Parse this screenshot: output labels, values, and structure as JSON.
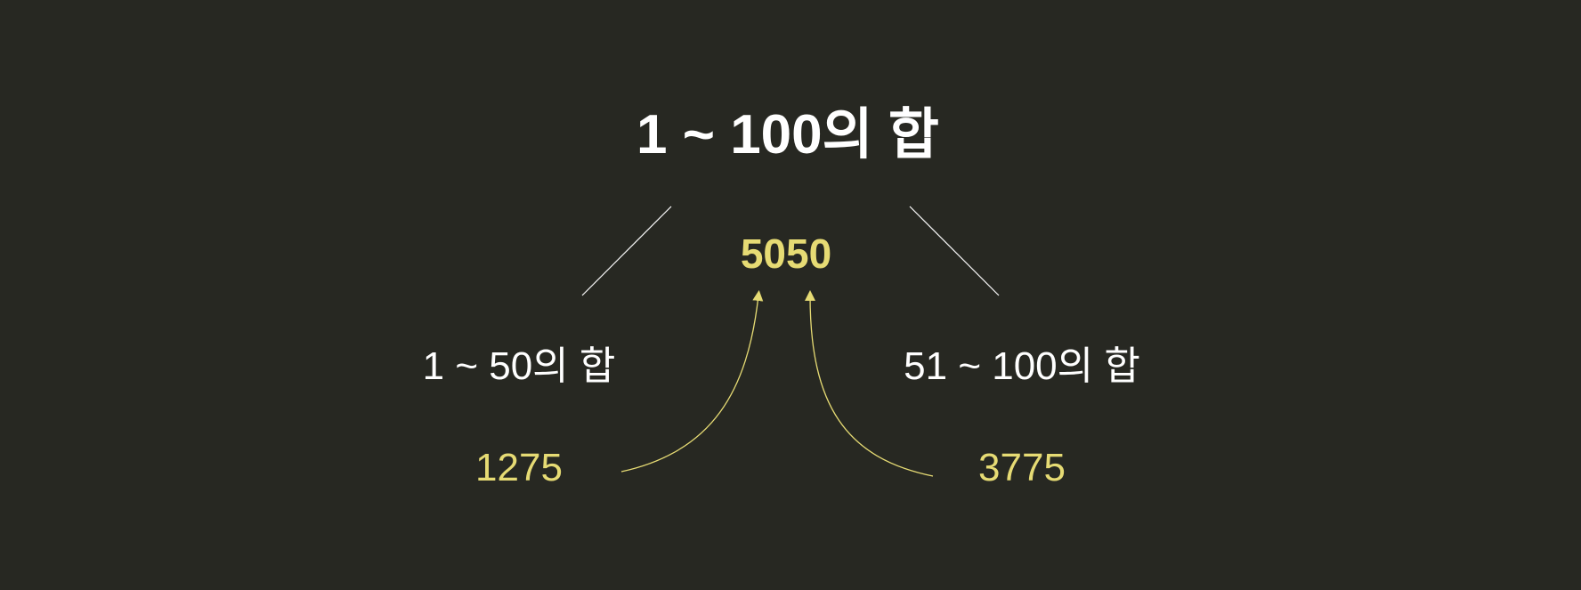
{
  "root": {
    "title": "1 ~ 100의 합",
    "value": "5050"
  },
  "children": [
    {
      "label": "1 ~ 50의 합",
      "value": "1275"
    },
    {
      "label": "51 ~ 100의 합",
      "value": "3775"
    }
  ],
  "colors": {
    "background": "#272822",
    "text": "#ffffff",
    "accent": "#e6db74"
  }
}
